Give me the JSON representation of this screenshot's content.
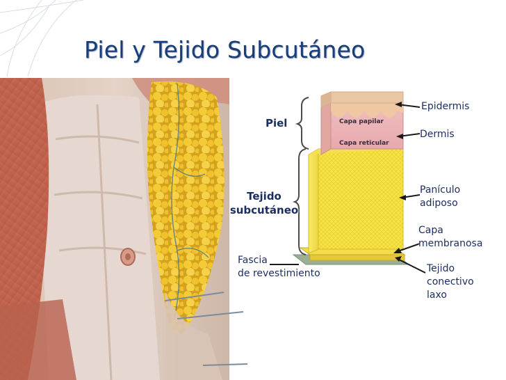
{
  "slide": {
    "title": "Piel y Tejido Subcutáneo"
  },
  "diagram": {
    "group_labels": {
      "piel": "Piel",
      "tejido_line1": "Tejido",
      "tejido_line2": "subcutáneo"
    },
    "inner_labels": {
      "capa_papilar": "Capa papilar",
      "capa_reticular": "Capa reticular"
    },
    "right_labels": {
      "epidermis": "Epidermis",
      "dermis": "Dermis",
      "paniculo_line1": "Panículo",
      "paniculo_line2": "adiposo",
      "capa_mem_line1": "Capa",
      "capa_mem_line2": "membranosa",
      "tejido_con_line1": "Tejido",
      "tejido_con_line2": "conectivo",
      "tejido_con_line3": "laxo"
    },
    "left_labels": {
      "fascia_line1": "Fascia",
      "fascia_line2": "de revestimiento"
    }
  },
  "colors": {
    "title": "#173d7a",
    "label_text": "#1b2d5e",
    "epidermis": "#e9c7a4",
    "dermis": "#eeb9bd",
    "fat": "#f6e23a",
    "membranous_layer": "#e8d43a",
    "fascia": "#9cae94"
  }
}
